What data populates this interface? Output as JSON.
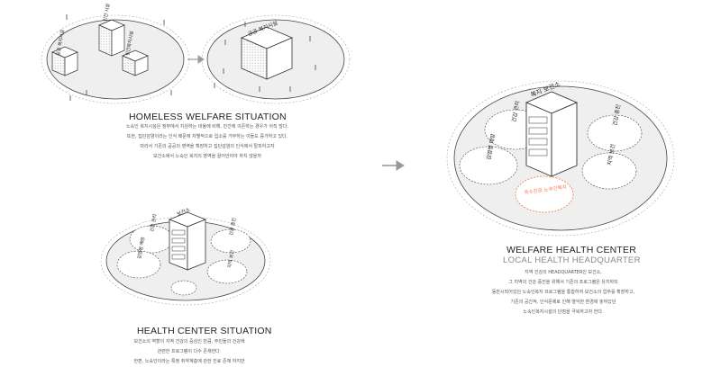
{
  "sections": {
    "homeless": {
      "title": "HOMELESS WELFARE SITUATION",
      "body": [
        "노숙인 복지시설은 정부에서 지원하는 비율에 비해, 민간에 의존하는 경우가 아직 많다.",
        "또한, 집단감염이라는 인식 때문에 차별적으로 입소를 거부하는 이들도 증가하고 있다.",
        "따라서 기존의 공공의 영역을 확장하고 집단감염의 인식에서 탈피하고자",
        "보건소에서 노숙인 복지의 영역을 끌어안아야 하지 않을까"
      ]
    },
    "health_center": {
      "title": "HEALTH CENTER SITUATION",
      "body": [
        "보건소의 역할이 지역 건강의 중심인 만큼, 주민들의 건강에",
        "관련한 프로그램이 다수 존재한다.",
        "한편, 노숙인이라는 특정 취약계층에 관한 진료 존재 하지만"
      ]
    },
    "welfare_health_center": {
      "title": "WELFARE HEALTH CENTER",
      "subtitle": "LOCAL HEALTH HEADQUARTER",
      "body": [
        "지역 건강의 HEADQUARTER인 보건소,",
        "그 지역의 건강 증진을 위해서 기존의 프로그램은 유지하되",
        "동반시되어있던 노숙인복지 프로그램을 통합하여 보건소의 업무를 확장하고,",
        "기존의 공간적, 인식문제로 인해 열악한 환경에 놓여있던",
        "노숙인복지시설의 단점을 극복하고자 한다."
      ]
    }
  },
  "labels": {
    "private_facility": "민간 시설",
    "public_facility_left": "공공 복지시설",
    "private_welfare": "민간복지시설",
    "public_welfare": "공공 복지시설",
    "health_center": "보건소",
    "welfare_health_center": "복지 보건소",
    "health_care": "건강 관리",
    "health_promotion": "건강 증진",
    "infectious": "감염병 예방",
    "local_health": "지역 보건",
    "homeless_welfare": "특수진료 노숙인복지"
  },
  "colors": {
    "line": "#333333",
    "disc": "#eeeeee",
    "dashed": "#aaaaaa",
    "highlight": "#f07a4a",
    "arrow": "#9a9a9a"
  }
}
